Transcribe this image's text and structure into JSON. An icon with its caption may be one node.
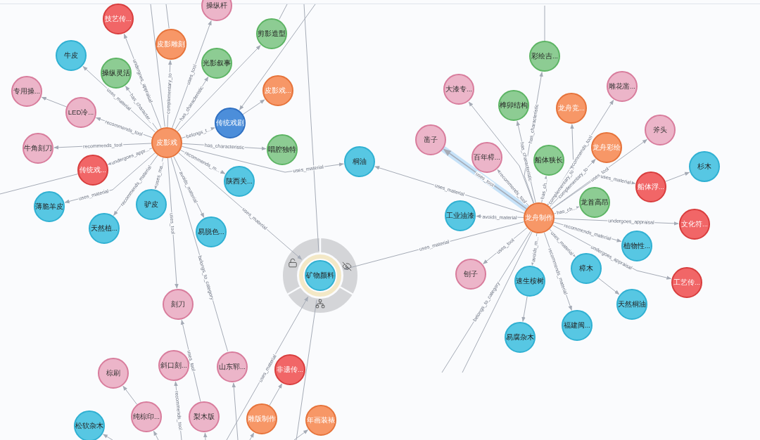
{
  "diagram": {
    "nodes": [
      {
        "text": [
          "技艺传..."
        ]
      },
      {
        "text": [
          "操纵杆"
        ]
      },
      {
        "text": [
          "皮影雕刻"
        ]
      },
      {
        "text": [
          "剪影造型"
        ]
      },
      {
        "text": [
          "牛皮"
        ]
      },
      {
        "text": [
          "操纵灵活"
        ]
      },
      {
        "text": [
          "光影叙事"
        ]
      },
      {
        "text": [
          "皮影戏..."
        ]
      },
      {
        "text": [
          "专用操..."
        ]
      },
      {
        "text": [
          "LED冷..."
        ]
      },
      {
        "text": [
          "传统戏剧"
        ]
      },
      {
        "text": [
          "皮影戏"
        ]
      },
      {
        "text": [
          "牛角刻刀"
        ]
      },
      {
        "text": [
          "唱腔独特"
        ]
      },
      {
        "text": [
          "传统戏..."
        ]
      },
      {
        "text": [
          "陕西关..."
        ]
      },
      {
        "text": [
          "薄脆羊皮"
        ]
      },
      {
        "text": [
          "驴皮"
        ]
      },
      {
        "text": [
          "天然植..."
        ]
      },
      {
        "text": [
          "易脱色..."
        ]
      },
      {
        "text": [
          "桐油"
        ]
      },
      {
        "text": [
          "矿物颜料"
        ]
      },
      {
        "text": [
          "刻刀"
        ]
      },
      {
        "text": [
          "棕刷"
        ]
      },
      {
        "text": [
          "斜口刻..."
        ]
      },
      {
        "text": [
          "山东郓..."
        ]
      },
      {
        "text": [
          "非遗传..."
        ]
      },
      {
        "text": [
          "松软杂木"
        ]
      },
      {
        "text": [
          "纯棕印..."
        ]
      },
      {
        "text": [
          "梨木版"
        ]
      },
      {
        "text": [
          "雕版制作"
        ]
      },
      {
        "text": [
          "年画装裱"
        ]
      },
      {
        "text": [
          "彩绘吉..."
        ]
      },
      {
        "text": [
          "大漆专..."
        ]
      },
      {
        "text": [
          "雕花凿..."
        ]
      },
      {
        "text": [
          "榫卯结构"
        ]
      },
      {
        "text": [
          "龙舟竞..."
        ]
      },
      {
        "text": [
          "斧头"
        ]
      },
      {
        "text": [
          "凿子"
        ]
      },
      {
        "text": [
          "百年樟..."
        ]
      },
      {
        "text": [
          "船体狭长"
        ]
      },
      {
        "text": [
          "龙舟彩绘"
        ]
      },
      {
        "text": [
          "杉木"
        ]
      },
      {
        "text": [
          "船体浮..."
        ]
      },
      {
        "text": [
          "龙首高昂"
        ]
      },
      {
        "text": [
          "工业油漆"
        ]
      },
      {
        "text": [
          "龙舟制作"
        ]
      },
      {
        "text": [
          "文化符..."
        ]
      },
      {
        "text": [
          "植物性..."
        ]
      },
      {
        "text": [
          "刨子"
        ]
      },
      {
        "text": [
          "速生桉树"
        ]
      },
      {
        "text": [
          "樟木"
        ]
      },
      {
        "text": [
          "工艺传..."
        ]
      },
      {
        "text": [
          "天然桐油"
        ]
      },
      {
        "text": [
          "福建闽..."
        ]
      },
      {
        "text": [
          "易腐杂木"
        ]
      }
    ],
    "edges": [
      {
        "from": 11,
        "to": 0,
        "arrow": "to",
        "label": "undergoes_appraisal"
      },
      {
        "from": 11,
        "to": 1,
        "arrow": "to",
        "label": "uses_tool"
      },
      {
        "from": 11,
        "to": 2,
        "arrow": "to",
        "label": "complementary_to"
      },
      {
        "from": 11,
        "to": 3,
        "arrow": "to"
      },
      {
        "from": 11,
        "to": 4,
        "arrow": "to",
        "label": "uses_material"
      },
      {
        "from": 11,
        "to": 5,
        "arrow": "to",
        "label": "has_character..."
      },
      {
        "from": 11,
        "to": 6,
        "arrow": "to",
        "label": "has_characteristic"
      },
      {
        "from": 10,
        "to": 7,
        "arrow": "to"
      },
      {
        "from": 9,
        "to": 8,
        "arrow": "to"
      },
      {
        "from": 11,
        "to": 9,
        "arrow": "to",
        "label": "recommends_tool"
      },
      {
        "from": 11,
        "to": 10,
        "arrow": "to",
        "label": "belongs_t..."
      },
      {
        "from": 11,
        "to": 12,
        "arrow": "to",
        "label": "recommends_tool"
      },
      {
        "from": 11,
        "to": 13,
        "arrow": "to",
        "label": "has_characteristic"
      },
      {
        "from": 11,
        "to": 14,
        "arrow": "to",
        "label": "undergoes_appr..."
      },
      {
        "from": 11,
        "to": 15,
        "arrow": "to",
        "label": "recommends_m..."
      },
      {
        "from": 11,
        "to": 16,
        "arrow": "to",
        "label": "uses_material"
      },
      {
        "from": 11,
        "to": 17,
        "arrow": "to",
        "label": "uses_ma..."
      },
      {
        "from": 11,
        "to": 18,
        "arrow": "to",
        "label": "recommends_material"
      },
      {
        "from": 11,
        "to": 19,
        "arrow": "to",
        "label": "avoids_material"
      },
      {
        "from": 11,
        "to": 22,
        "arrow": "to",
        "label": "uses_tool"
      },
      {
        "from": 11,
        "to": 21,
        "arrow": "to",
        "label": "uses_material"
      },
      {
        "from": 11,
        "to": 20,
        "arrow": "to",
        "label": "uses_material"
      },
      {
        "from": 11,
        "to": 25,
        "arrow": "none",
        "label": "belongs_to_category"
      },
      {
        "from": null,
        "to": 11,
        "arrow": "none"
      },
      {
        "from": null,
        "to": 2,
        "arrow": "none"
      },
      {
        "from": null,
        "to": 3,
        "arrow": "none"
      },
      {
        "from": null,
        "to": 10,
        "arrow": "to"
      },
      {
        "from": 32,
        "to": null,
        "arrow": "none"
      },
      {
        "from": null,
        "to": 21,
        "arrow": "none"
      },
      {
        "from": null,
        "to": 21,
        "arrow": "none"
      },
      {
        "from": 14,
        "to": null,
        "arrow": "none"
      },
      {
        "from": 28,
        "to": 23,
        "arrow": "to"
      },
      {
        "from": null,
        "to": 27,
        "arrow": "to"
      },
      {
        "from": null,
        "to": 28,
        "arrow": "to"
      },
      {
        "from": null,
        "to": 24,
        "arrow": "to",
        "label": "recommends_tool"
      },
      {
        "from": 29,
        "to": 22,
        "arrow": "to",
        "label": "uses_tool"
      },
      {
        "from": null,
        "to": 29,
        "arrow": "to"
      },
      {
        "from": null,
        "to": 25,
        "arrow": "to"
      },
      {
        "from": null,
        "to": 30,
        "arrow": "to"
      },
      {
        "from": 30,
        "to": 26,
        "arrow": "to"
      },
      {
        "from": null,
        "to": 31,
        "arrow": "to"
      },
      {
        "from": null,
        "to": 21,
        "arrow": "to",
        "label": "uses_material"
      },
      {
        "from": 46,
        "to": 32,
        "arrow": "to",
        "label": "has_characteristic"
      },
      {
        "from": 46,
        "to": 33,
        "arrow": "to"
      },
      {
        "from": 46,
        "to": 34,
        "arrow": "to",
        "label": "recommends_tool"
      },
      {
        "from": 46,
        "to": 35,
        "arrow": "to",
        "label": "has_characteristic"
      },
      {
        "from": 46,
        "to": 36,
        "arrow": "to",
        "label": "complementary_to"
      },
      {
        "from": 46,
        "to": 37,
        "arrow": "to",
        "label": "uses_tool"
      },
      {
        "from": 46,
        "to": 38,
        "arrow": "to",
        "label": "uses_tool",
        "style": "thick"
      },
      {
        "from": 46,
        "to": 39,
        "arrow": "to",
        "label": "recommends_tool"
      },
      {
        "from": 46,
        "to": 40,
        "arrow": "to",
        "label": "has_ch..."
      },
      {
        "from": 46,
        "to": 41,
        "arrow": "to",
        "label": "complementary_to"
      },
      {
        "from": 43,
        "to": 42,
        "arrow": "to"
      },
      {
        "from": 46,
        "to": 43,
        "arrow": "to",
        "label": "uses_material"
      },
      {
        "from": 46,
        "to": 44,
        "arrow": "to",
        "label": "has_ch..."
      },
      {
        "from": 46,
        "to": 45,
        "arrow": "to",
        "label": "avoids_material"
      },
      {
        "from": 46,
        "to": 47,
        "arrow": "to",
        "label": "undergoes_appraisal"
      },
      {
        "from": 46,
        "to": 48,
        "arrow": "to",
        "label": "recommends_material"
      },
      {
        "from": 46,
        "to": 49,
        "arrow": "to",
        "label": "uses_tool"
      },
      {
        "from": 46,
        "to": 50,
        "arrow": "to",
        "label": "avoids_m..."
      },
      {
        "from": 46,
        "to": 51,
        "arrow": "to",
        "label": "uses_material"
      },
      {
        "from": 46,
        "to": 52,
        "arrow": "to",
        "label": "undergoes_appraisal"
      },
      {
        "from": 51,
        "to": 53,
        "arrow": "to"
      },
      {
        "from": 46,
        "to": 54,
        "arrow": "to",
        "label": "recommends_material"
      },
      {
        "from": 50,
        "to": 55,
        "arrow": "to"
      },
      {
        "from": 46,
        "to": 20,
        "arrow": "to",
        "label": "uses_material"
      },
      {
        "from": 46,
        "to": 21,
        "arrow": "to",
        "label": "uses_material"
      },
      {
        "from": 46,
        "to": null,
        "arrow": "none",
        "label": "belongs_to_category"
      },
      {
        "from": 46,
        "to": null,
        "arrow": "none"
      }
    ]
  }
}
